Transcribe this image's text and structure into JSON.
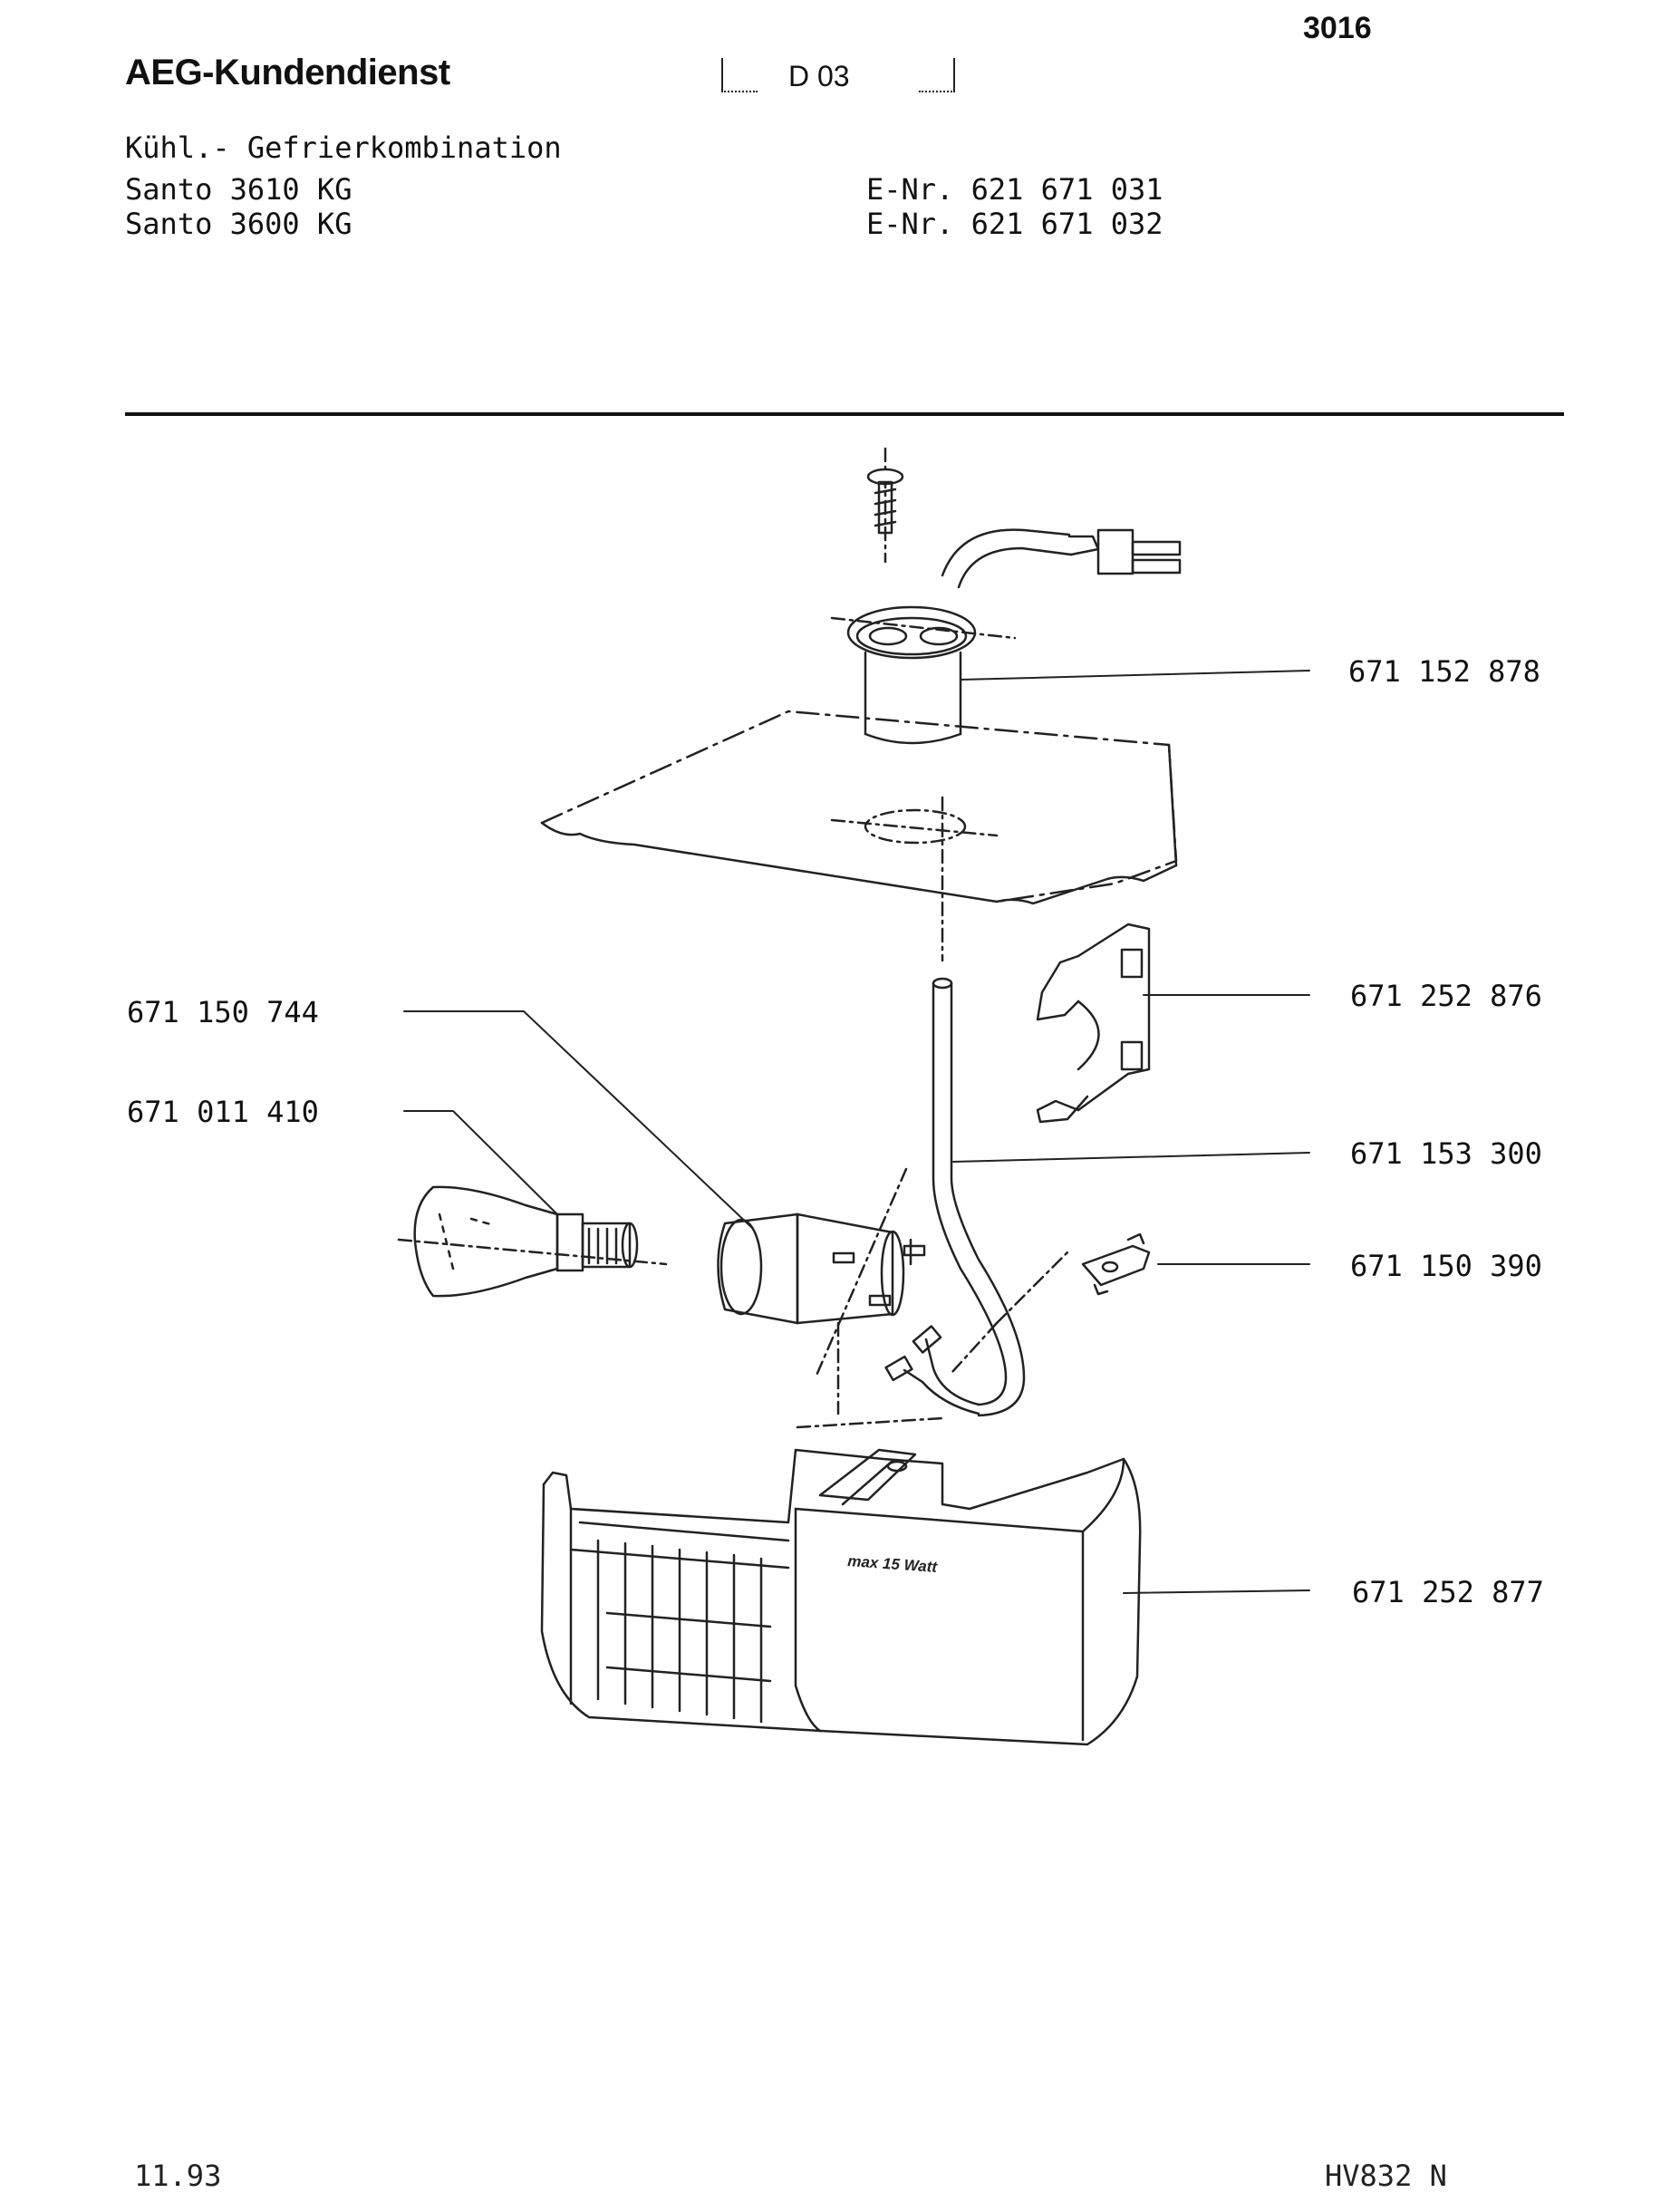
{
  "header": {
    "brand": "AEG-Kundendienst",
    "sheet_number": "3016",
    "group_code": "D 03",
    "appliance_type": "Kühl.- Gefrierkombination",
    "models": [
      {
        "name": "Santo 3610 KG",
        "enr": "E-Nr. 621 671 031"
      },
      {
        "name": "Santo 3600 KG",
        "enr": "E-Nr. 621 671 032"
      }
    ]
  },
  "parts": [
    {
      "id": "lamp-holder-cap",
      "number": "671 152 878"
    },
    {
      "id": "bracket",
      "number": "671 252 876"
    },
    {
      "id": "cable",
      "number": "671 153 300"
    },
    {
      "id": "clip",
      "number": "671 150 390"
    },
    {
      "id": "light-cover",
      "number": "671 252 877"
    },
    {
      "id": "lamp-socket",
      "number": "671 150 744"
    },
    {
      "id": "bulb",
      "number": "671 011 410"
    }
  ],
  "diagram": {
    "cover_label": "max 15 Watt"
  },
  "footer": {
    "date": "11.93",
    "code": "HV832 N"
  }
}
